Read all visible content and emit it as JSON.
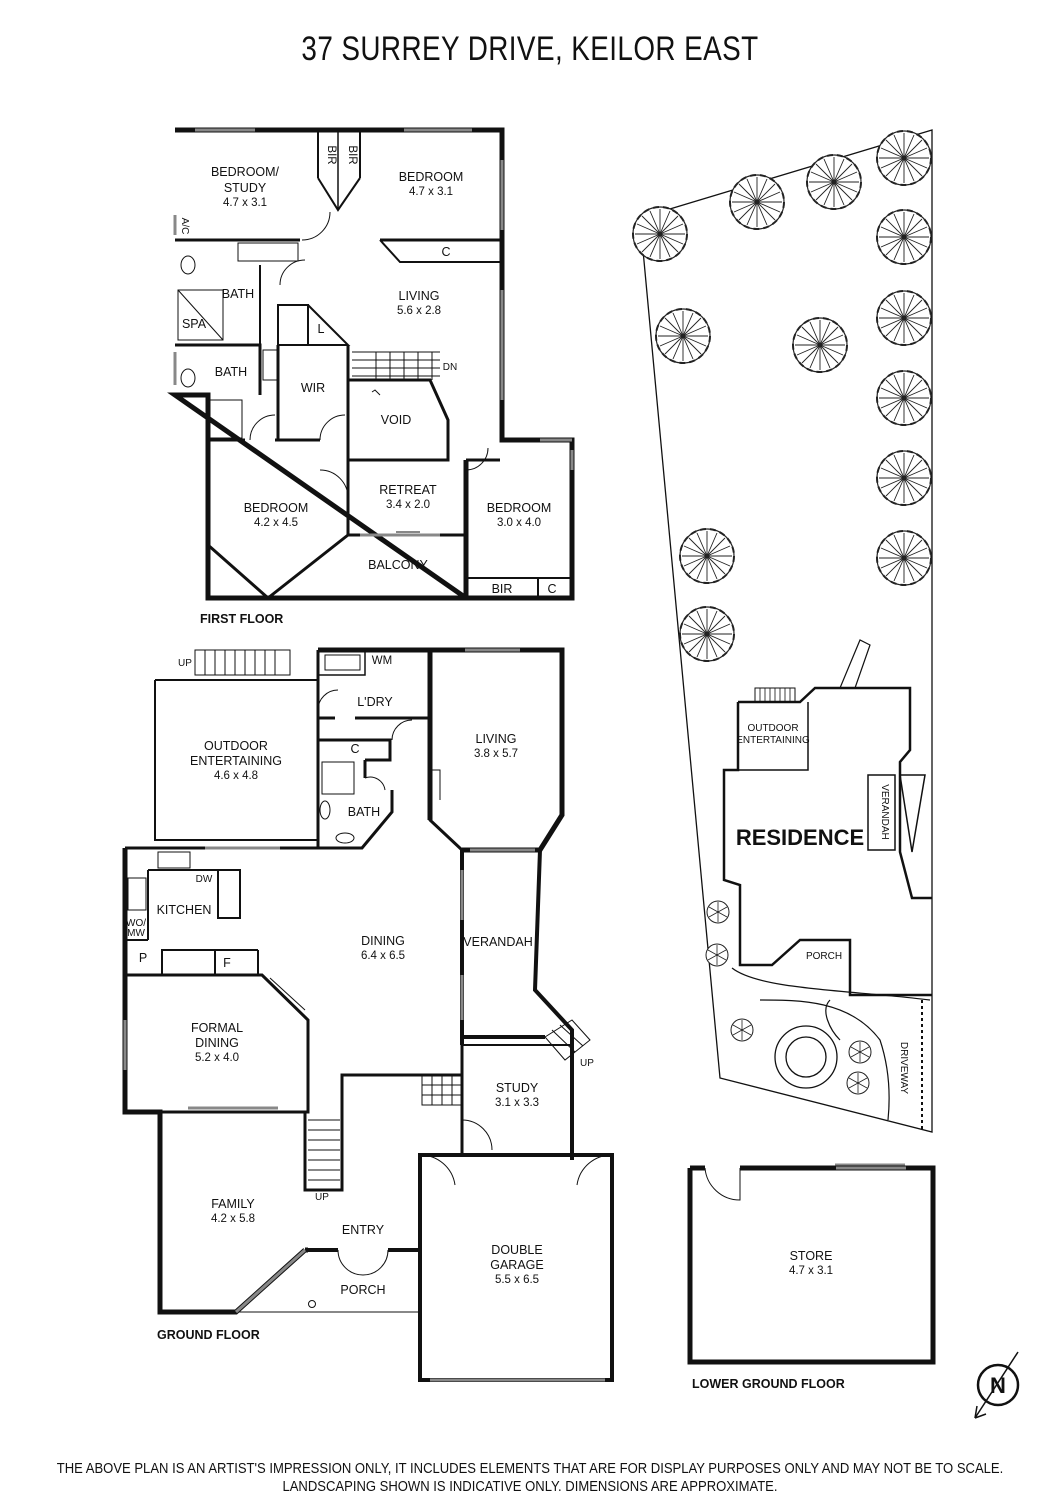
{
  "title": "37 SURREY DRIVE, KEILOR EAST",
  "disclaimer": {
    "line1": "THE ABOVE PLAN IS AN ARTIST'S IMPRESSION ONLY, IT INCLUDES ELEMENTS THAT ARE FOR DISPLAY PURPOSES ONLY AND MAY NOT BE TO SCALE.",
    "line2": "LANDSCAPING SHOWN IS INDICATIVE ONLY. DIMENSIONS ARE APPROXIMATE."
  },
  "floors": {
    "first": "FIRST FLOOR",
    "ground": "GROUND FLOOR",
    "lower": "LOWER GROUND FLOOR"
  },
  "first_floor": {
    "bedroom_study": {
      "label1": "BEDROOM/",
      "label2": "STUDY",
      "dims": "4.7 x 3.1"
    },
    "bedroom_ne": {
      "label": "BEDROOM",
      "dims": "4.7 x 3.1"
    },
    "bir1": "BIR",
    "bir2": "BIR",
    "ac": "A/C",
    "cupboard": "C",
    "bath1": "BATH",
    "spa": "SPA",
    "living": {
      "label": "LIVING",
      "dims": "5.6 x 2.8"
    },
    "linen": "L",
    "bath2": "BATH",
    "wir": "WIR",
    "dn": "DN",
    "void": "VOID",
    "retreat": {
      "label": "RETREAT",
      "dims": "3.4 x 2.0"
    },
    "bedroom_sw": {
      "label": "BEDROOM",
      "dims": "4.2 x 4.5"
    },
    "bedroom_se": {
      "label": "BEDROOM",
      "dims": "3.0 x 4.0"
    },
    "balcony": "BALCONY",
    "bir3": "BIR",
    "c2": "C"
  },
  "ground_floor": {
    "up1": "UP",
    "wm": "WM",
    "laundry": "L'DRY",
    "living": {
      "label": "LIVING",
      "dims": "3.8 x 5.7"
    },
    "outdoor": {
      "label1": "OUTDOOR",
      "label2": "ENTERTAINING",
      "dims": "4.6 x 4.8"
    },
    "c": "C",
    "bath": "BATH",
    "dw": "DW",
    "kitchen": "KITCHEN",
    "wo1": "WO/",
    "wo2": "MW",
    "dining": {
      "label": "DINING",
      "dims": "6.4 x 6.5"
    },
    "verandah": "VERANDAH",
    "p": "P",
    "f": "F",
    "formal": {
      "label1": "FORMAL",
      "label2": "DINING",
      "dims": "5.2 x 4.0"
    },
    "up2": "UP",
    "study": {
      "label": "STUDY",
      "dims": "3.1 x 3.3"
    },
    "up3": "UP",
    "family": {
      "label": "FAMILY",
      "dims": "4.2 x 5.8"
    },
    "entry": "ENTRY",
    "garage": {
      "label1": "DOUBLE",
      "label2": "GARAGE",
      "dims": "5.5 x 6.5"
    },
    "porch": "PORCH"
  },
  "site": {
    "outdoor1": "OUTDOOR",
    "outdoor2": "ENTERTAINING",
    "verandah": "VERANDAH",
    "residence": "RESIDENCE",
    "porch": "PORCH",
    "driveway": "DRIVEWAY"
  },
  "store": {
    "label": "STORE",
    "dims": "4.7 x 3.1"
  },
  "compass": "N"
}
